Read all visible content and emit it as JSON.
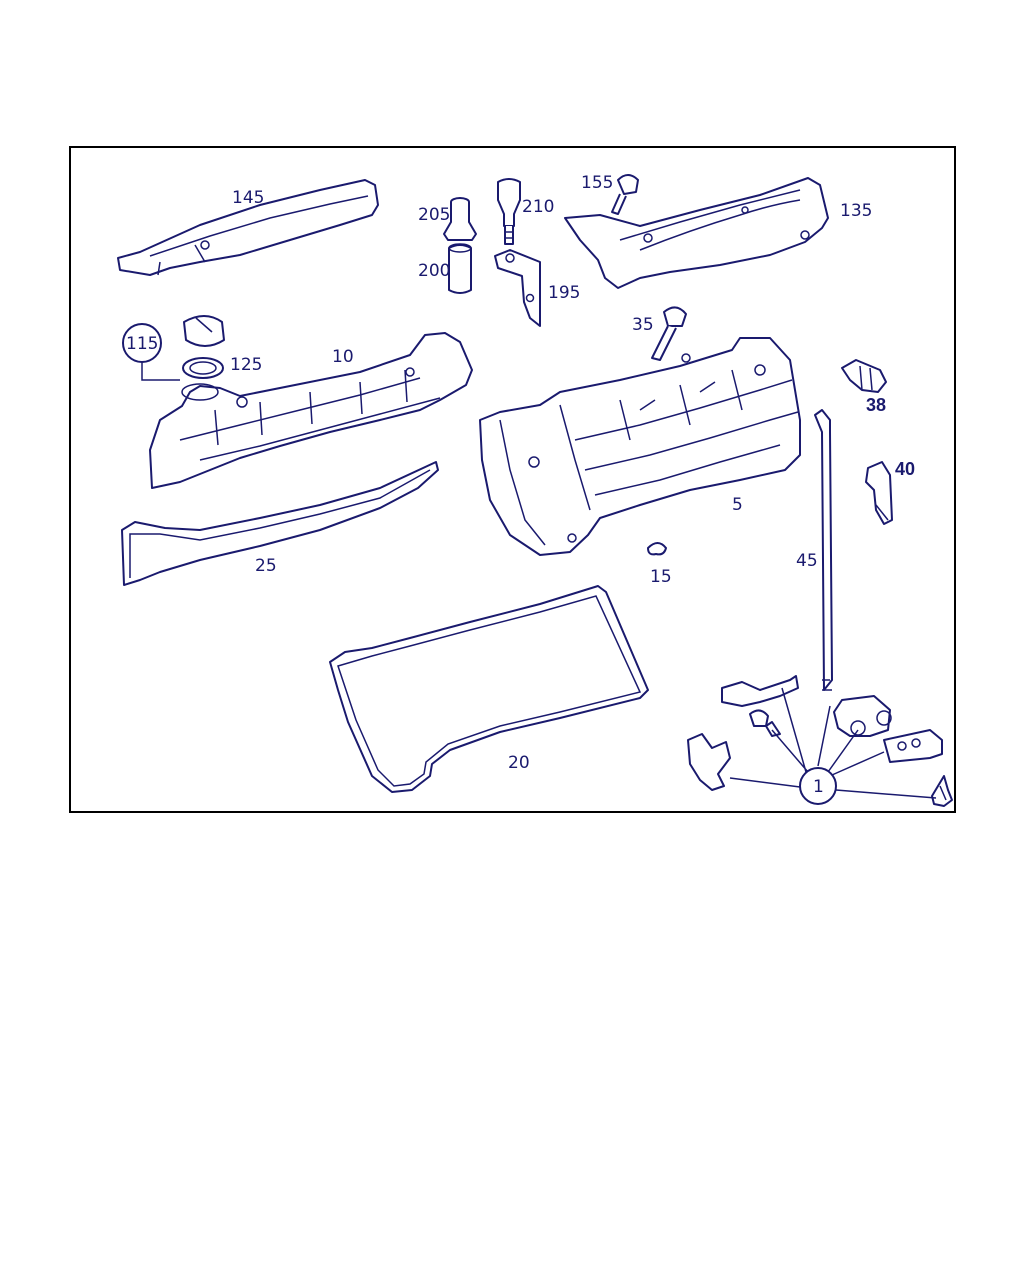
{
  "labels": {
    "p1": "1",
    "p5": "5",
    "p10": "10",
    "p15": "15",
    "p20": "20",
    "p25": "25",
    "p35": "35",
    "p38": "38",
    "p40": "40",
    "p45": "45",
    "p115": "115",
    "p125": "125",
    "p135": "135",
    "p145": "145",
    "p155": "155",
    "p195": "195",
    "p200": "200",
    "p205": "205",
    "p210": "210"
  },
  "colors": {
    "line": "#1a1a6e",
    "border": "#000000"
  }
}
